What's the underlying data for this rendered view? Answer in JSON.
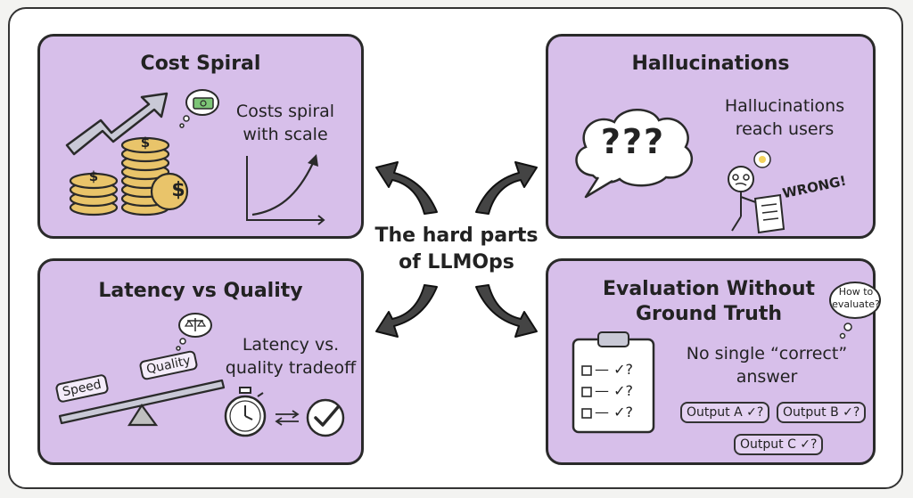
{
  "center_title": {
    "line1": "The hard parts",
    "line2": "of LLMOps"
  },
  "panels": {
    "cost": {
      "title": "Cost Spiral",
      "text_line1": "Costs spiral",
      "text_line2": "with scale",
      "coin_symbol": "$"
    },
    "hallucinations": {
      "title": "Hallucinations",
      "text_line1": "Hallucinations",
      "text_line2": "reach users",
      "question_marks": "???",
      "wrong_label": "WRONG!"
    },
    "latency": {
      "title": "Latency vs Quality",
      "text_line1": "Latency vs.",
      "text_line2": "quality tradeoff",
      "speed_label": "Speed",
      "quality_label": "Quality"
    },
    "evaluation": {
      "title_line1": "Evaluation Without",
      "title_line2": "Ground Truth",
      "bubble_line1": "How to",
      "bubble_line2": "evaluate?",
      "text_line1": "No single “correct”",
      "text_line2": "answer",
      "check_item": "— ✓?",
      "outputs": [
        "Output A ✓?",
        "Output B ✓?",
        "Output C ✓?"
      ]
    }
  },
  "icons": [
    "money-icon",
    "trend-arrow-icon",
    "coin-stack-icon",
    "growth-curve-icon",
    "thought-cloud-icon",
    "confused-person-icon",
    "document-icon",
    "scale-icon",
    "seesaw-icon",
    "stopwatch-icon",
    "swap-arrows-icon",
    "checkmark-circle-icon",
    "clipboard-icon",
    "curved-arrow-icon"
  ],
  "colors": {
    "panel_fill": "#d7bfea",
    "coin_gold": "#e9c46a",
    "outline": "#2a2a2a",
    "frame_bg": "#ffffff"
  }
}
